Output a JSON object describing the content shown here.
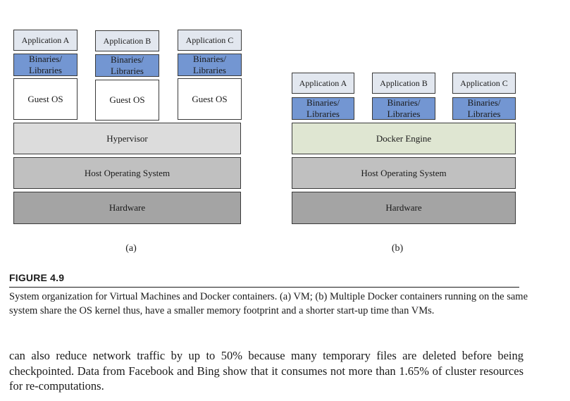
{
  "vm": {
    "apps": [
      "Application A",
      "Application B",
      "Application C"
    ],
    "libs": [
      "Binaries/\nLibraries",
      "Binaries/\nLibraries",
      "Binaries/\nLibraries"
    ],
    "guests": [
      "Guest OS",
      "Guest OS",
      "Guest OS"
    ],
    "hypervisor": "Hypervisor",
    "host_os": "Host Operating System",
    "hardware": "Hardware",
    "sublabel": "(a)"
  },
  "docker": {
    "apps": [
      "Application A",
      "Application B",
      "Application C"
    ],
    "libs": [
      "Binaries/\nLibraries",
      "Binaries/\nLibraries",
      "Binaries/\nLibraries"
    ],
    "engine": "Docker Engine",
    "host_os": "Host Operating System",
    "hardware": "Hardware",
    "sublabel": "(b)"
  },
  "figure": {
    "label": "FIGURE 4.9",
    "caption": "System organization for Virtual Machines and Docker containers. (a) VM; (b) Multiple Docker containers running on the same system share the OS kernel thus, have a smaller memory footprint and a shorter start-up time than VMs."
  },
  "body_text": "can also reduce network traffic by up to 50% because many temporary files are deleted before being checkpointed. Data from Facebook and Bing show that it consumes not more than 1.65% of cluster resources for re-computations."
}
